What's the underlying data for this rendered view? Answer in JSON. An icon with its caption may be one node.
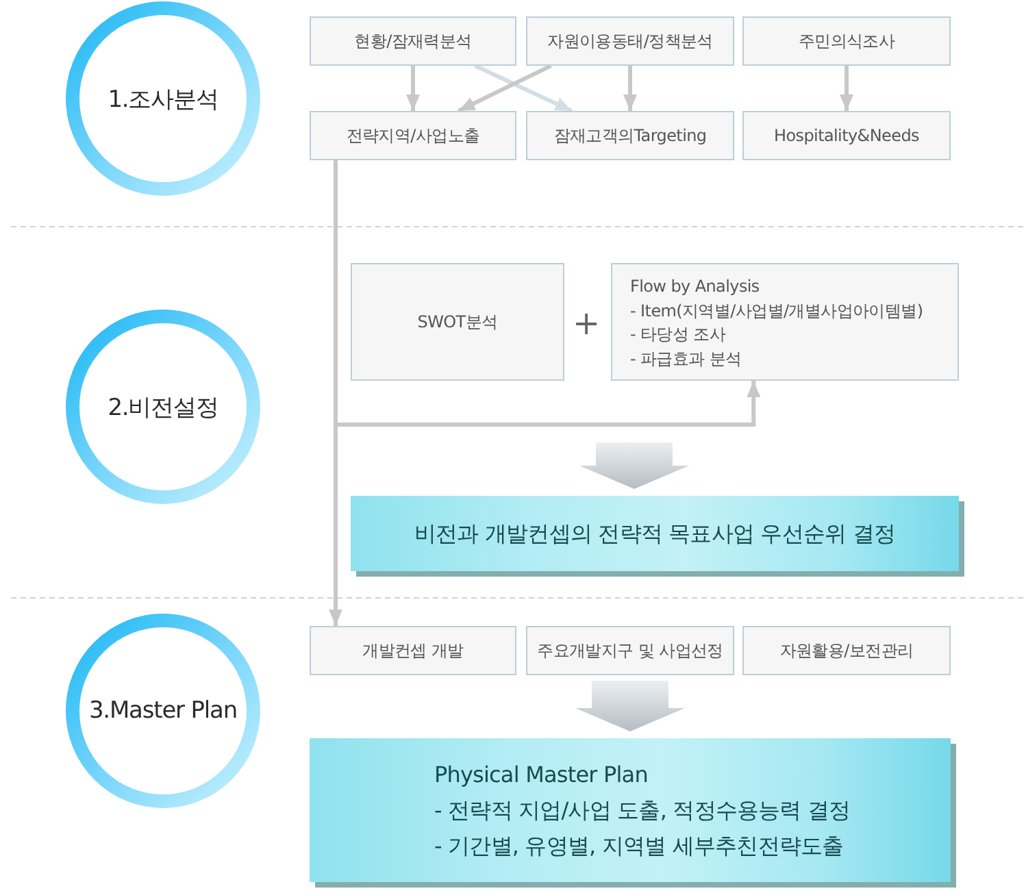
{
  "diagram": {
    "nodes": [
      {
        "text": [
          "1.조사분석"
        ]
      },
      {
        "text": [
          "현황/잠재력분석"
        ]
      },
      {
        "text": [
          "자원이용동태/정책분석"
        ]
      },
      {
        "text": [
          "주민의식조사"
        ]
      },
      {
        "text": [
          "전략지역/사업노출"
        ]
      },
      {
        "text": [
          "잠재고객의Targeting"
        ]
      },
      {
        "text": [
          "Hospitality&Needs"
        ]
      },
      {
        "text": [
          "2.비전설정"
        ]
      },
      {
        "text": [
          "SWOT분석"
        ]
      },
      {
        "text": [
          "Flow by Analysis",
          "- Item(지역별/사업별/개별사업아이템별)",
          "- 타당성 조사",
          "- 파급효과 분석"
        ]
      },
      {
        "text": [
          "비전과 개발컨셉의 전략적 목표사업 우선순위 결정"
        ]
      },
      {
        "text": [
          "3.Master Plan"
        ]
      },
      {
        "text": [
          "개발컨셉 개발"
        ]
      },
      {
        "text": [
          "주요개발지구 및 사업선정"
        ]
      },
      {
        "text": [
          "자원활용/보전관리"
        ]
      },
      {
        "text": [
          "Physical Master Plan",
          "- 전략적 지업/사업 도출, 적정수용능력 결정",
          "- 기간별, 유영별, 지역별 세부추친전략도출"
        ]
      }
    ],
    "edges": [
      {
        "from": 1,
        "to": 4,
        "arrow": "to"
      },
      {
        "from": 1,
        "to": 5,
        "arrow": "to",
        "color": "#d3dee4"
      },
      {
        "from": 2,
        "to": 4,
        "arrow": "to"
      },
      {
        "from": 2,
        "to": 5,
        "arrow": "to"
      },
      {
        "from": 3,
        "to": 6,
        "arrow": "to"
      },
      {
        "from": 4,
        "to": 9,
        "arrow": "to"
      },
      {
        "from": 4,
        "to": 12,
        "arrow": "to"
      },
      {
        "from": 8,
        "to": 10,
        "arrow": "to",
        "style": "thick"
      },
      {
        "from": 9,
        "to": 10,
        "arrow": "to",
        "style": "thick"
      },
      {
        "from": 12,
        "to": 15,
        "arrow": "to",
        "style": "thick"
      },
      {
        "from": 13,
        "to": 15,
        "arrow": "to",
        "style": "thick"
      },
      {
        "from": 14,
        "to": 15,
        "arrow": "to",
        "style": "thick"
      }
    ],
    "labels": [
      "+"
    ]
  }
}
